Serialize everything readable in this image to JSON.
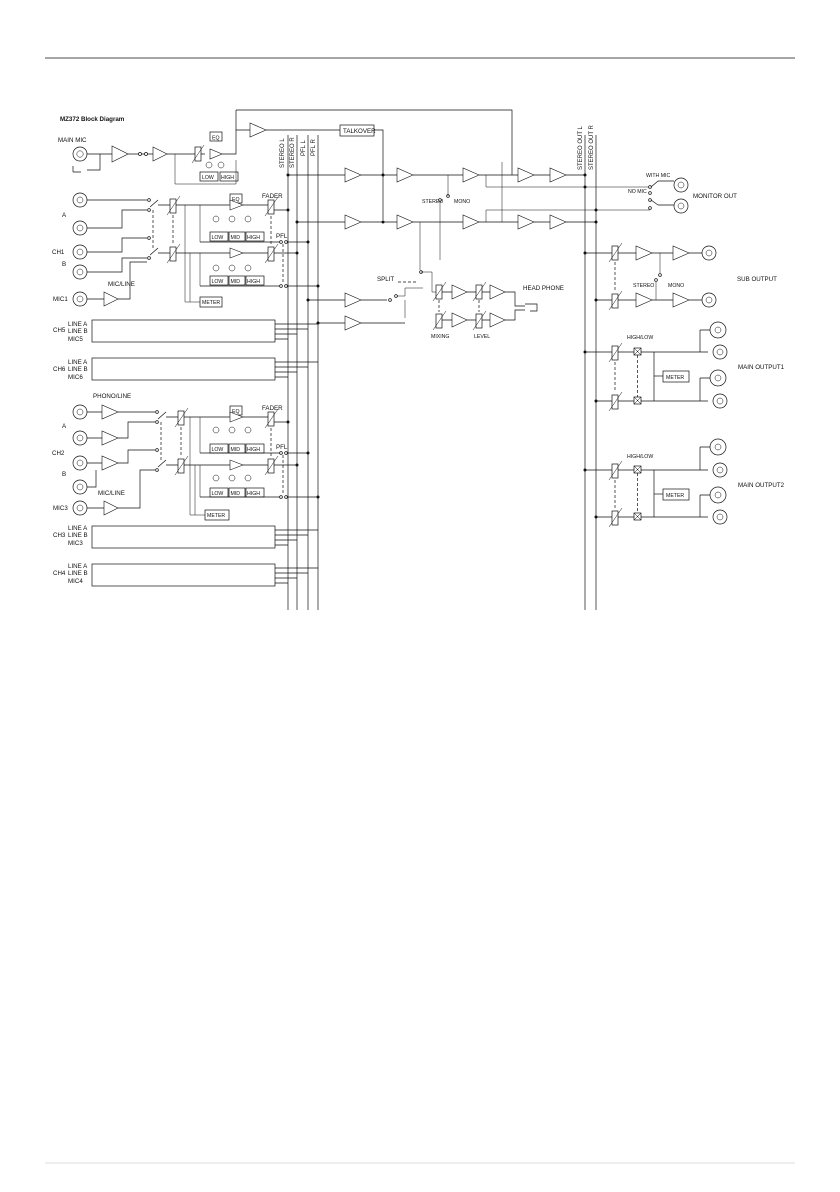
{
  "title": "MZ372 Block Diagram",
  "labels": {
    "main_mic": "MAIN MIC",
    "eq": "EQ",
    "low": "LOW",
    "mid": "MID",
    "high": "HIGH",
    "talkover": "TALKOVER",
    "fader": "FADER",
    "pfl": "PFL",
    "meter": "METER",
    "mic_line": "MIC/LINE",
    "phono_line": "PHONO/LINE",
    "split": "SPLIT",
    "head_phone": "HEAD PHONE",
    "mixing": "MIXING",
    "level": "LEVEL",
    "stereo": "STEREO",
    "mono": "MONO",
    "with_mic": "WITH MIC",
    "no_mic": "NO MIC",
    "monitor_out": "MONITOR OUT",
    "sub_output": "SUB OUTPUT",
    "high_low": "HIGH/LOW",
    "main_output1": "MAIN OUTPUT1",
    "main_output2": "MAIN OUTPUT2",
    "a": "A",
    "b": "B",
    "ch1": "CH1",
    "ch2": "CH2",
    "mic1": "MIC1",
    "mic3": "MIC3",
    "line_a": "LINE A",
    "line_b": "LINE B",
    "ch5": "CH5",
    "ch6": "CH6",
    "ch3": "CH3",
    "ch4": "CH4",
    "mic5": "MIC5",
    "mic6": "MIC6",
    "mic3_label": "MIC3",
    "mic4": "MIC4"
  },
  "buses": [
    "STEREO L",
    "STEREO R",
    "PFL L",
    "PFL R"
  ],
  "out_buses": [
    "STEREO OUT L",
    "STEREO OUT R"
  ]
}
